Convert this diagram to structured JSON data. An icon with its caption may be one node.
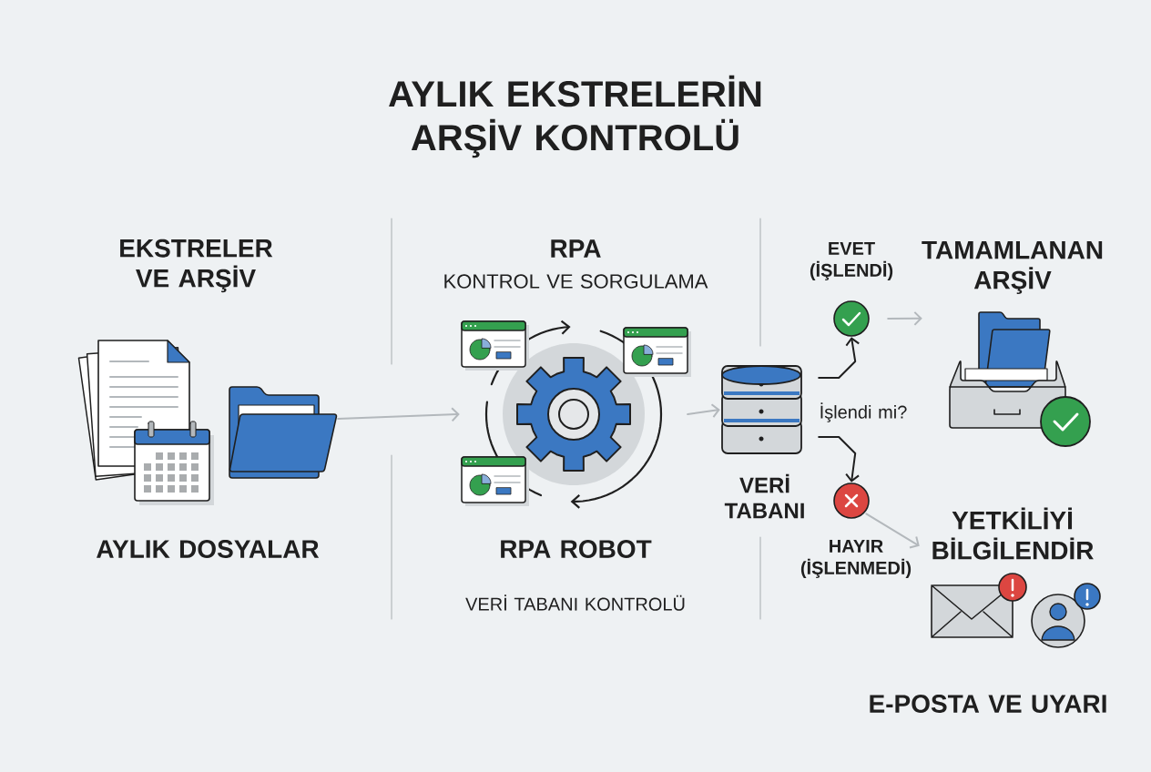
{
  "diagram": {
    "title": "AYLIK EKSTRELERİN ARŞİV KONTROLÜ",
    "nodes": [
      {
        "text": [],
        "shape": "picture"
      },
      {
        "text": [],
        "shape": "picture"
      },
      {
        "text": [],
        "shape": "picture"
      },
      {
        "text": [],
        "shape": "cylinder",
        "beside": [
          "VERİ TABANI"
        ]
      },
      {
        "text": [],
        "shape": "circle",
        "beside": [
          "EVET (İŞLENDİ)"
        ]
      },
      {
        "text": [],
        "shape": "circle",
        "beside": [
          "HAYIR (İŞLENMEDİ)"
        ]
      },
      {
        "text": [],
        "shape": "picture",
        "beside": [
          "TAMAMLANAN ARŞİV"
        ]
      },
      {
        "text": [],
        "shape": "picture",
        "beside": [
          "YETKİLİYİ BİLGİLENDİR",
          "E-POSTA VE UYARI"
        ]
      }
    ],
    "edges": [
      {
        "from": 1,
        "to": 2,
        "arrow": "to"
      },
      {
        "from": 2,
        "to": 3,
        "arrow": "to"
      },
      {
        "from": 3,
        "to": 4,
        "arrow": "to",
        "color": "#1f1f1f"
      },
      {
        "from": 3,
        "to": 5,
        "arrow": "to",
        "color": "#1f1f1f"
      },
      {
        "from": 4,
        "to": 6,
        "arrow": "to"
      },
      {
        "from": 5,
        "to": 7,
        "arrow": "to"
      }
    ],
    "labels": [
      "EKSTRELER VE ARŞİV",
      "AYLIK DOSYALAR",
      "RPA",
      "KONTROL VE SORGULAMA",
      "RPA ROBOT",
      "VERİ TABANI KONTROLÜ",
      "İşlendi mi?"
    ]
  }
}
